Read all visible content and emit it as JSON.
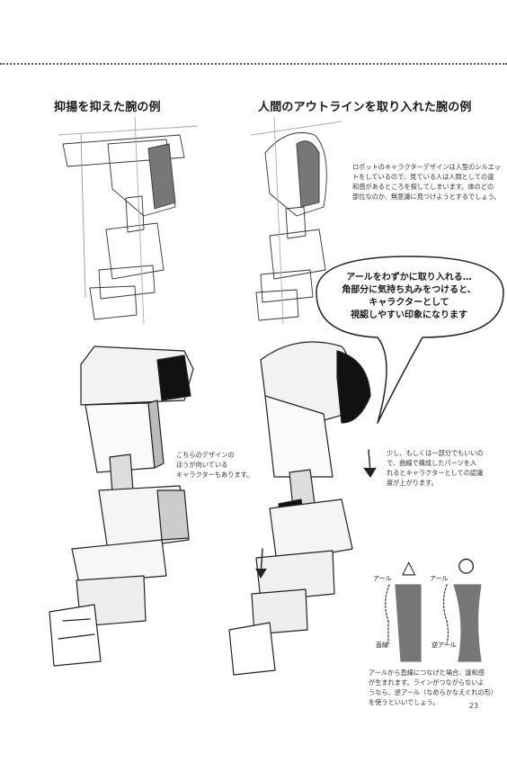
{
  "headings": {
    "left": "抑揚を抑えた腕の例",
    "right": "人間のアウトラインを取り入れた腕の例"
  },
  "captions": {
    "robot_design": [
      "ロボットのキャラクターデザインは人型のシルエッ",
      "トをしているので、見ている人は人間としての違",
      "和感があるところを探してしまいます。体のどの",
      "部位なのか、無意識に見つけようとするでしょう。"
    ],
    "bubble": [
      "アールをわずかに取り入れる…",
      "角部分に気持ち丸みをつけると、",
      "キャラクターとして",
      "視認しやすい印象になります"
    ],
    "left_note": [
      "こちらのデザインの",
      "ほうが向いている",
      "キャラクターもあります。"
    ],
    "right_note": [
      "少し、もしくは一部分でもいいの",
      "で、曲線で構成したパーツを入",
      "れるとキャラクターとしての認識",
      "度が上がります。"
    ],
    "bottom_note": [
      "アールから直線につなげた場合、違和感",
      "が生まれます。ラインがつながらないよ",
      "うなら、逆アール（なめらかなえぐれの形）",
      "を使うといいでしょう。"
    ]
  },
  "diagram": {
    "label_are_1": "アール",
    "label_are_2": "アール",
    "label_straight": "直線",
    "label_reverse": "逆アール",
    "symbol_bad": "△",
    "symbol_good": "○"
  },
  "page_number": "23"
}
